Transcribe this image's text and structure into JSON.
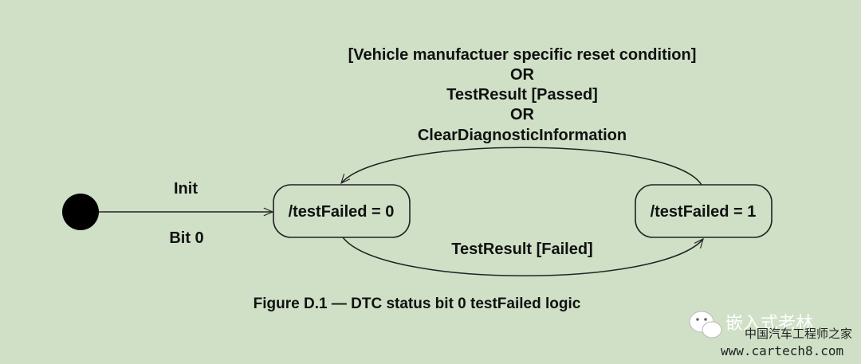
{
  "colors": {
    "background": "#cfe0c6",
    "stroke": "#222222",
    "text": "#111111"
  },
  "diagram": {
    "top_condition": {
      "lines": [
        "[Vehicle manufactuer specific reset condition]",
        "OR",
        "TestResult [Passed]",
        "OR",
        "ClearDiagnosticInformation"
      ]
    },
    "init_label": "Init",
    "bit_label": "Bit 0",
    "state0_label": "/testFailed = 0",
    "state1_label": "/testFailed = 1",
    "failed_label": "TestResult [Failed]",
    "caption": "Figure D.1 — DTC status bit 0 testFailed logic"
  },
  "watermark": {
    "icon": "wechat-icon",
    "line1": "嵌入式老林",
    "line2": "中国汽车工程师之家",
    "line3": "www.cartech8.com"
  }
}
